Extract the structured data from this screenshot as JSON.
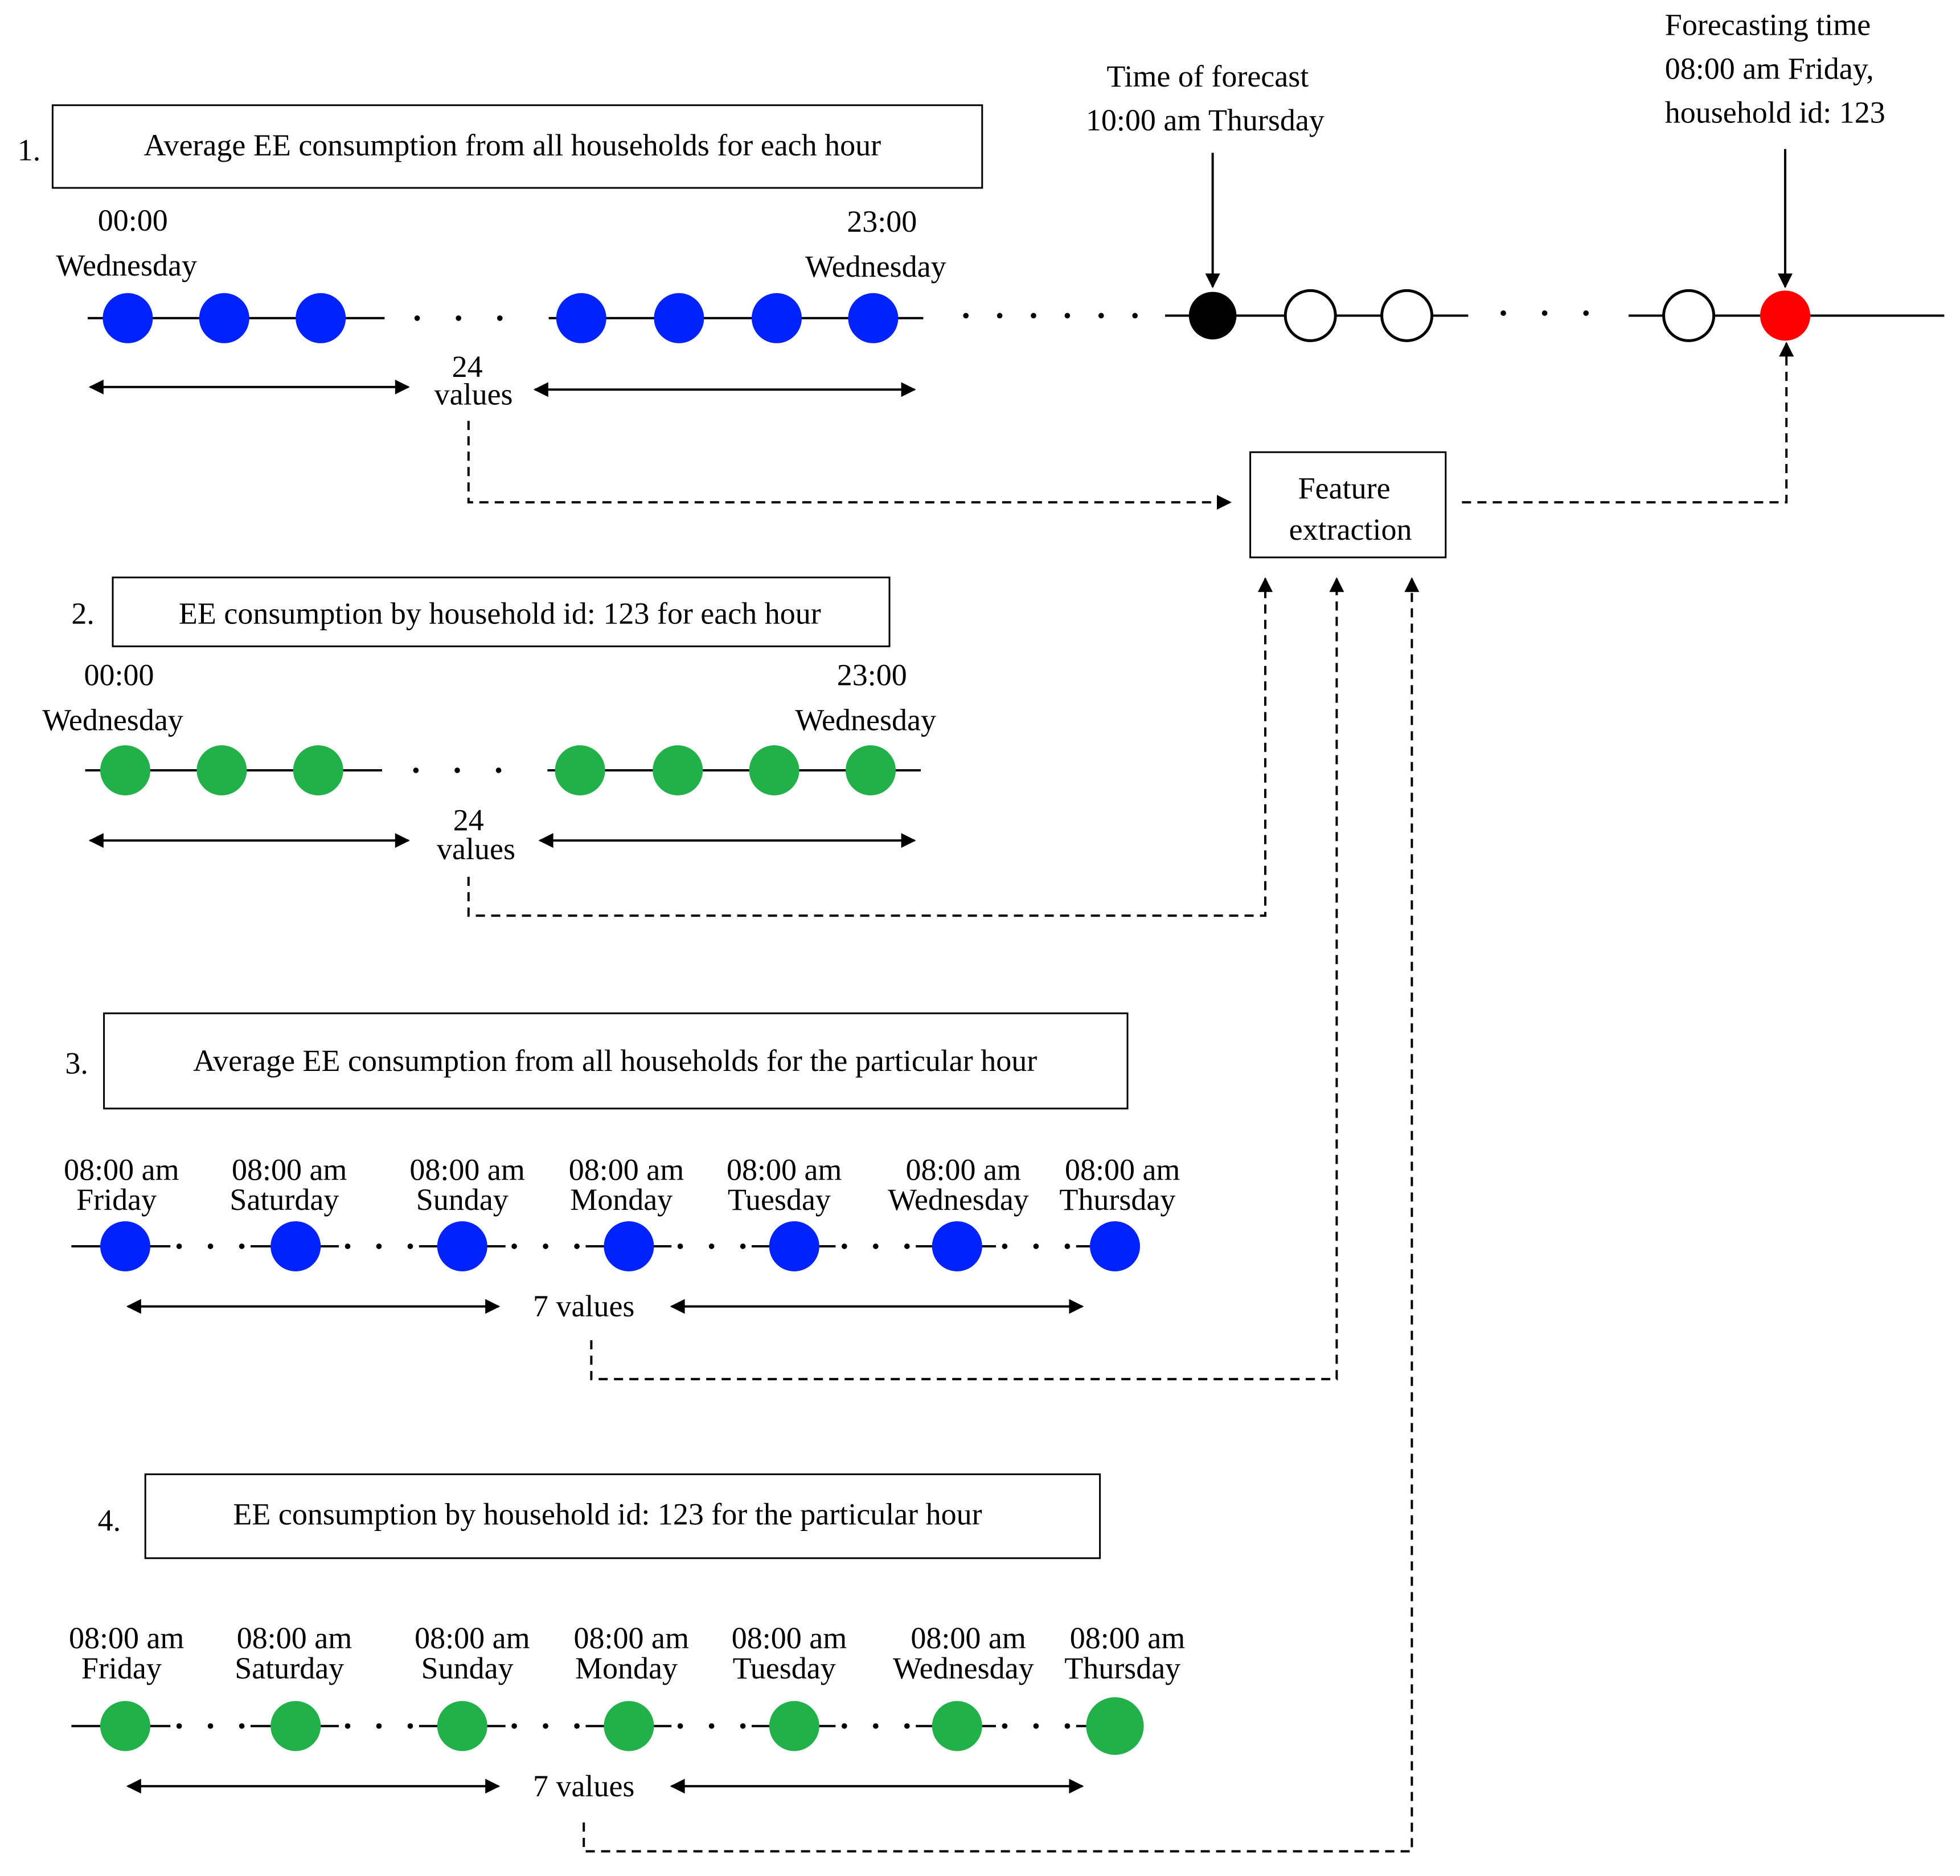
{
  "colors": {
    "blue": "#0022ff",
    "green": "#22b04a",
    "black": "#000000",
    "open": "#ffffff",
    "red": "#ff0000"
  },
  "timeline": {
    "forecast_label": [
      "Time of forecast",
      "10:00 am Thursday"
    ],
    "target_label": [
      "Forecasting time",
      "08:00 am Friday,",
      "household id: 123"
    ]
  },
  "feature_box": [
    "Feature",
    "extraction"
  ],
  "sections": [
    {
      "number": "1.",
      "title": "Average EE consumption from all households for each hour",
      "start_label": [
        "00:00",
        "Wednesday"
      ],
      "end_label": [
        "23:00",
        "Wednesday"
      ],
      "count_label": [
        "24",
        "values"
      ],
      "point_color": "blue"
    },
    {
      "number": "2.",
      "title": "EE consumption by household id: 123 for each hour",
      "start_label": [
        "00:00",
        "Wednesday"
      ],
      "end_label": [
        "23:00",
        "Wednesday"
      ],
      "count_label": [
        "24",
        "values"
      ],
      "point_color": "green"
    },
    {
      "number": "3.",
      "title": "Average EE consumption from all households for the particular hour",
      "day_labels": [
        [
          "08:00 am",
          "Friday"
        ],
        [
          "08:00 am",
          "Saturday"
        ],
        [
          "08:00 am",
          "Sunday"
        ],
        [
          "08:00 am",
          "Monday"
        ],
        [
          "08:00 am",
          "Tuesday"
        ],
        [
          "08:00 am",
          "Wednesday"
        ],
        [
          "08:00 am",
          "Thursday"
        ]
      ],
      "count_label": [
        "7 values"
      ],
      "point_color": "blue"
    },
    {
      "number": "4.",
      "title": "EE consumption by household id: 123 for the particular hour",
      "day_labels": [
        [
          "08:00 am",
          "Friday"
        ],
        [
          "08:00 am",
          "Saturday"
        ],
        [
          "08:00 am",
          "Sunday"
        ],
        [
          "08:00 am",
          "Monday"
        ],
        [
          "08:00 am",
          "Tuesday"
        ],
        [
          "08:00 am",
          "Wednesday"
        ],
        [
          "08:00 am",
          "Thursday"
        ]
      ],
      "count_label": [
        "7 values"
      ],
      "point_color": "green"
    }
  ]
}
